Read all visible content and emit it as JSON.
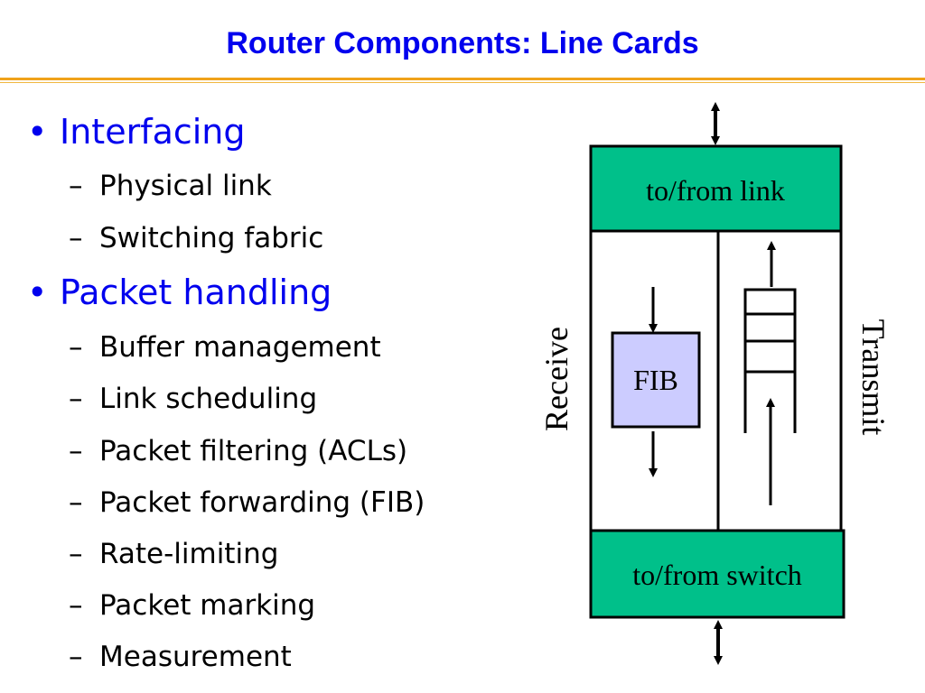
{
  "slide": {
    "title": "Router Components: Line Cards"
  },
  "bullets": [
    {
      "text": "Interfacing",
      "sub": [
        "Physical link",
        "Switching fabric"
      ]
    },
    {
      "text": "Packet handling",
      "sub": [
        "Buffer management",
        "Link scheduling",
        "Packet filtering (ACLs)",
        "Packet forwarding (FIB)",
        "Rate-limiting",
        "Packet marking",
        "Measurement"
      ]
    }
  ],
  "diagram": {
    "top_box_label": "to/from link",
    "bottom_box_label": "to/from switch",
    "fib_label": "FIB",
    "receive_label": "Receive",
    "transmit_label": "Transmit",
    "colors": {
      "interface_box": "#00c08a",
      "fib_box": "#ccccff",
      "title": "#0000ee",
      "rule": "#f0a21a"
    }
  }
}
